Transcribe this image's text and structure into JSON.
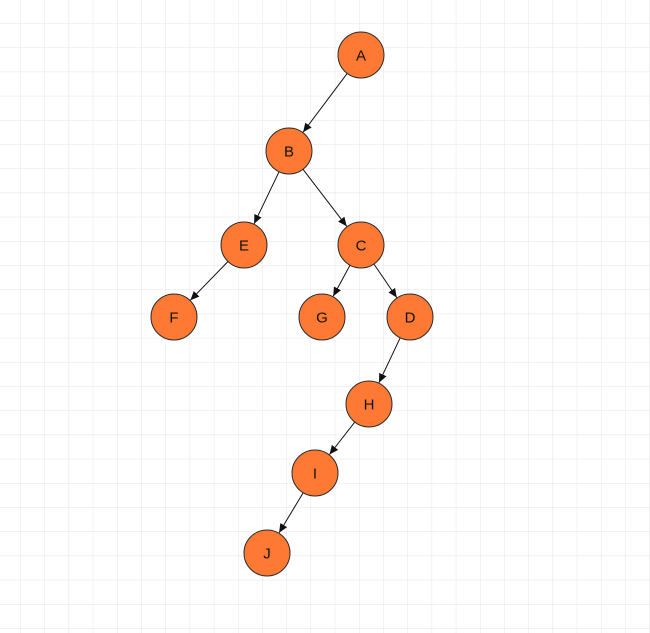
{
  "diagram": {
    "type": "binary-tree",
    "colors": {
      "node_fill": "#fe7a34",
      "node_stroke": "#2b2b2b",
      "edge": "#111111",
      "grid": "#e4e4e4",
      "background": "#ffffff"
    },
    "nodes": [
      {
        "id": "A",
        "label": "A"
      },
      {
        "id": "B",
        "label": "B"
      },
      {
        "id": "E",
        "label": "E"
      },
      {
        "id": "C",
        "label": "C"
      },
      {
        "id": "F",
        "label": "F"
      },
      {
        "id": "G",
        "label": "G"
      },
      {
        "id": "D",
        "label": "D"
      },
      {
        "id": "H",
        "label": "H"
      },
      {
        "id": "I",
        "label": "I"
      },
      {
        "id": "J",
        "label": "J"
      }
    ],
    "edges": [
      {
        "from": "A",
        "to": "B"
      },
      {
        "from": "B",
        "to": "E"
      },
      {
        "from": "B",
        "to": "C"
      },
      {
        "from": "E",
        "to": "F"
      },
      {
        "from": "C",
        "to": "G"
      },
      {
        "from": "C",
        "to": "D"
      },
      {
        "from": "D",
        "to": "H"
      },
      {
        "from": "H",
        "to": "I"
      },
      {
        "from": "I",
        "to": "J"
      }
    ]
  }
}
